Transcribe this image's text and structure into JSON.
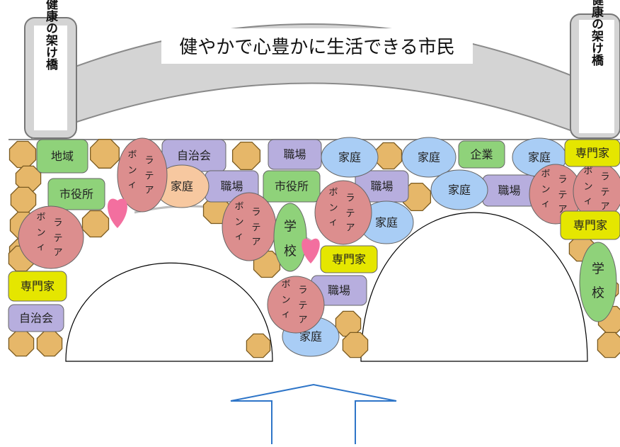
{
  "title": "健やかで心豊かに生活できる市民",
  "pillar_label": "健康の架け橋",
  "labels": {
    "chiiki": "地域",
    "shiyakusho": "市役所",
    "jichikai": "自治会",
    "katei": "家庭",
    "shokuba": "職場",
    "kigyo": "企業",
    "senmonka": "専門家",
    "gakko": "学校",
    "volunteer": "ボランティア"
  },
  "colors": {
    "octagon": "#e6b769",
    "green": "#8fd27a",
    "purple": "#b7aede",
    "pink": "#dc8e8e",
    "blue": "#a9cdf5",
    "orange": "#f7c8a0",
    "yellow": "#e5e600",
    "heart": "#f36f9f",
    "arrow": "#2e75c8"
  }
}
